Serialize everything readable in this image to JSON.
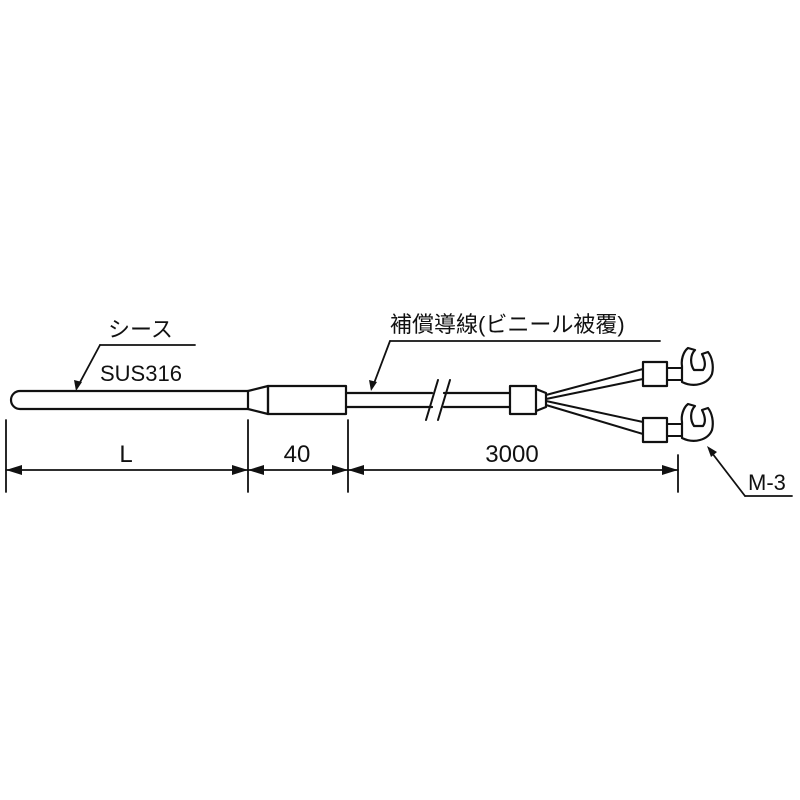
{
  "labels": {
    "sheath": "シース",
    "sheath_material": "SUS316",
    "compensating_wire": "補償導線(ビニール被覆)",
    "terminal": "M-3"
  },
  "dimensions": {
    "length_probe": "L",
    "length_sleeve": "40",
    "length_cable": "3000"
  },
  "colors": {
    "line": "#111111",
    "background": "#ffffff"
  }
}
